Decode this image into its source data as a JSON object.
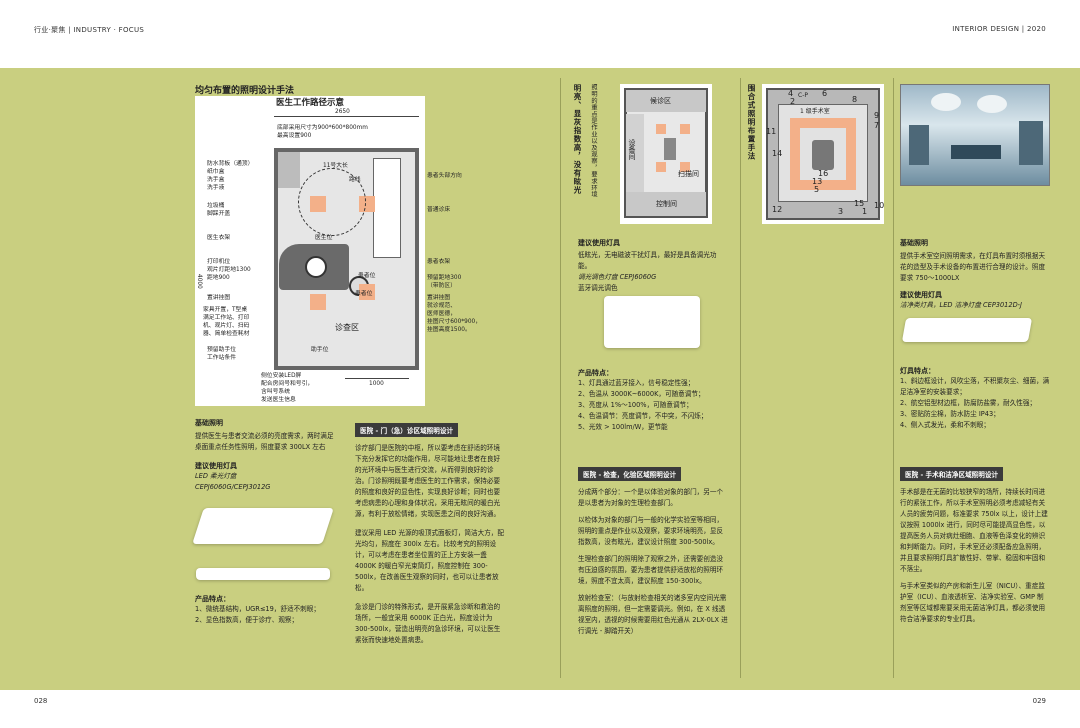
{
  "header": {
    "left": "行业·聚焦 | INDUSTRY · FOCUS",
    "right": "INTERIOR DESIGN | 2020"
  },
  "footer": {
    "left_page": "028",
    "right_page": "029"
  },
  "left": {
    "title": "均匀布置的照明设计手法",
    "diagram": {
      "title": "医生工作路径示意",
      "dim_top": "2650",
      "dim_left": "4000",
      "dim_bottom": "1000",
      "labels": {
        "ceiling": "底部采用尺寸为900*600*800mm\n最高设置900",
        "walk": "11号大长",
        "path": "路线",
        "door": "患者头部方向",
        "bed": "普通诊床",
        "sink": "防水背板（通顶）\n纸巾盒\n洗手盒\n洗手液",
        "trash": "垃圾桶\n脚踩开盖",
        "doc_coat": "医生衣架",
        "printer": "打印机位\n观片灯距地1300\n距地900",
        "cabinet": "置讲挂图",
        "furniture": "家具开置，T型桌\n满足工作站、打印\n机、观片灯、扫码\n器、简单检查耗材",
        "assist_pos": "预留助手位\n工作站条件",
        "doctor": "医生位",
        "patient": "患者位",
        "patient2": "患者位",
        "room": "诊查区",
        "helper": "助手位",
        "patient_coat": "患者衣架",
        "reserve": "预留距地300\n（带防区）",
        "wall_chart": "置讲挂图\n就诊规范、\n医师医德，\n挂图尺寸600*900，\n挂图高度1500。",
        "led_note": "侧位安装LED屏\n配合房间号和号引，\n含叫号系统\n发送医生信息"
      }
    },
    "col1": {
      "h_basic": "基础照明",
      "basic": "提供医生与患者交流必须的亮度需求，两时满足桌面重点任务性照明，照度要求 300LX 左右",
      "h_fixture": "建议使用灯具",
      "fixture1": "LED 柔光灯盘",
      "fixture2": "CEPJ6060G/CEPJ3012G",
      "h_feat": "产品特点：",
      "feat1": "1、微统基结构，UGR≤19，舒适不刺眼；",
      "feat2": "2、显色指数高，便于诊疗、观察；"
    },
    "col2": {
      "tag": "医院 - 门（急）诊区域照明设计",
      "p1": "诊疗部门是医院的中枢，所以要考虑在舒适的环境下充分发挥它的功能作用，尽可能地让患者在良好的光环境中与医生进行交流，从而得到良好的诊治。门诊照明既要考虑医生的工作需求，保持必要的照度和良好的显色性，实现良好诊断；同时也要考虑病患的心理和身体状况，采用无眩间的暖白光源，有利于放松情绪，实现医患之间的良好沟通。",
      "p2": "建议采用 LED 光源的吸顶式面板灯，简洁大方，配光均匀，照度在 300lx 左右。比较考究的照明设计，可以考虑在患者坐位置的正上方安装一盏4000K 的暖白窄光束筒灯，照度控制在 300-500lx，在改善医生观察的同时，也可以让患者放松。",
      "p3": "急诊是门诊的特殊形式，是开展紧急诊断和救治的场所，一般宜采用 6000K 正白光，照度设计为 300-500lx，营造出明亮的急诊环境，可以让医生紧张而快速地处置病患。"
    }
  },
  "right": {
    "col3": {
      "vtitle": "明亮、显灰指数高，没有眩光",
      "vbody": "照明的重点是作业以及观察，要求环境",
      "plan": {
        "waiting": "候诊区",
        "equipment": "设备间",
        "scan": "扫描间",
        "control": "控制间"
      },
      "h_fixture": "建议使用灯具",
      "fixture": "低眩光，无电磁波干扰灯具，最好是具备调光功能。",
      "fixture_model": "调光调色灯盘 CEPJ6060G",
      "fixture_model2": "蓝牙调光调色",
      "h_feat": "产品特点：",
      "feats": [
        "1、灯具通过蓝牙接入，信号稳定性强；",
        "2、色温从 3000K~6000K，可随意调节；",
        "3、亮度从 1%～100%，可随意调节；",
        "4、色温调节：亮度调节，不中突，不闪烁；",
        "5、光效 > 100lm/W，更节能"
      ],
      "tag": "医院 - 检查，化验区域照明设计",
      "p1": "分成两个部分：一个是以体验对象的部门，另一个是以患者为对象的生理检查部门。",
      "p2": "以检体为对象的部门与一般的化学实验室等相同，照明的重点是作业以及观察，要求环境明亮，显反指数高，没有眩光，建议设计照度 300-500lx。",
      "p3": "生理检查部门的照明除了观察之外，还需要创造没有压迫感的氛围，要为患者提供舒适放松的照明环境，照度不宜太高，建议照度 150-300lx。",
      "p4": "放射检查室：（与放射检查相关的诸多室内空间光需离照度的照明，但一定需要调光。例如，在 X 线透视室内，透视的时候需要用红色光通从 2LX-0LX 进行调光 - 脚踏开关）"
    },
    "col4": {
      "vtitle": "围合式照明布置手法",
      "or_label": "1 级手术室",
      "nums": [
        "1",
        "2",
        "3",
        "4",
        "5",
        "6",
        "7",
        "8",
        "9",
        "10",
        "11",
        "12",
        "13",
        "14",
        "15",
        "16"
      ],
      "cp": "C-P"
    },
    "col5": {
      "h_basic": "基础照明",
      "basic": "提供手术室空间照明需求，在灯具布置时须根据天花的造型及手术设备的布置进行合理的设计。照度要求 750～1000LX",
      "h_fixture": "建议使用灯具",
      "fixture": "洁净类灯具，LED 洁净灯盘 CEP3012D-J",
      "h_feat": "灯具特点：",
      "feats": [
        "1、斜边框设计，风吹尘落，不积聚灰尘、细菌，满足洁净室的安装要求；",
        "2、航空铝型材边框，防腐防盐雾，耐久性强；",
        "3、密贴防尘棉，防水防尘 IP43；",
        "4、侧入式发光，柔和不刺眼；"
      ],
      "tag": "医院 - 手术和洁净区域照明设计",
      "p1": "手术部是在无菌的比较狭窄的场所，持续长时间进行的紧张工作，所以手术室照明必须考虑减轻有关人员的疲劳问题，标准要求 750lx 以上，设计上建议按照 1000lx 进行，同时尽可能提高显色性，以提高医务人员对病灶细胞、血液等色泽变化的辨识和判断能力。同时，手术室还必须配备应急照明，并且要求照明灯具扩散性好、带掌、稳固和牢固和不落尘。",
      "p2": "与手术室类似的产房和新生儿室（NICU）、重症监护室（ICU）、血液透析室、洁净实验室、GMP 制剂室等区域都需要采用无菌洁净灯具，都必须使用符合洁净要求的专业灯具。"
    }
  }
}
